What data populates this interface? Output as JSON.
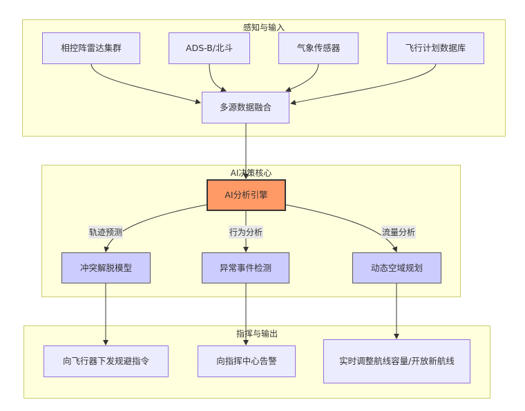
{
  "clusters": {
    "input": {
      "title": "感知与输入"
    },
    "core": {
      "title": "AI决策核心"
    },
    "output": {
      "title": "指挥与输出"
    }
  },
  "nodes": {
    "radar": "相控阵雷达集群",
    "adsb": "ADS-B/北斗",
    "weather": "气象传感器",
    "flightplan": "飞行计划数据库",
    "fusion": "多源数据融合",
    "engine": "AI分析引擎",
    "conflict": "冲突解脱模型",
    "anomaly": "异常事件检测",
    "airspace": "动态空域规划",
    "avoid_cmd": "向飞行器下发规避指令",
    "alert": "向指挥中心告警",
    "adjust": "实时调整航线容量/开放新航线"
  },
  "edge_labels": {
    "trajectory": "轨迹预测",
    "behavior": "行为分析",
    "flow": "流量分析"
  },
  "colors": {
    "cluster_fill": "#ffffde",
    "node_fill": "#ececff",
    "node_border": "#9370db",
    "core_fill": "#ff9966",
    "mid_fill": "#ccccff"
  }
}
